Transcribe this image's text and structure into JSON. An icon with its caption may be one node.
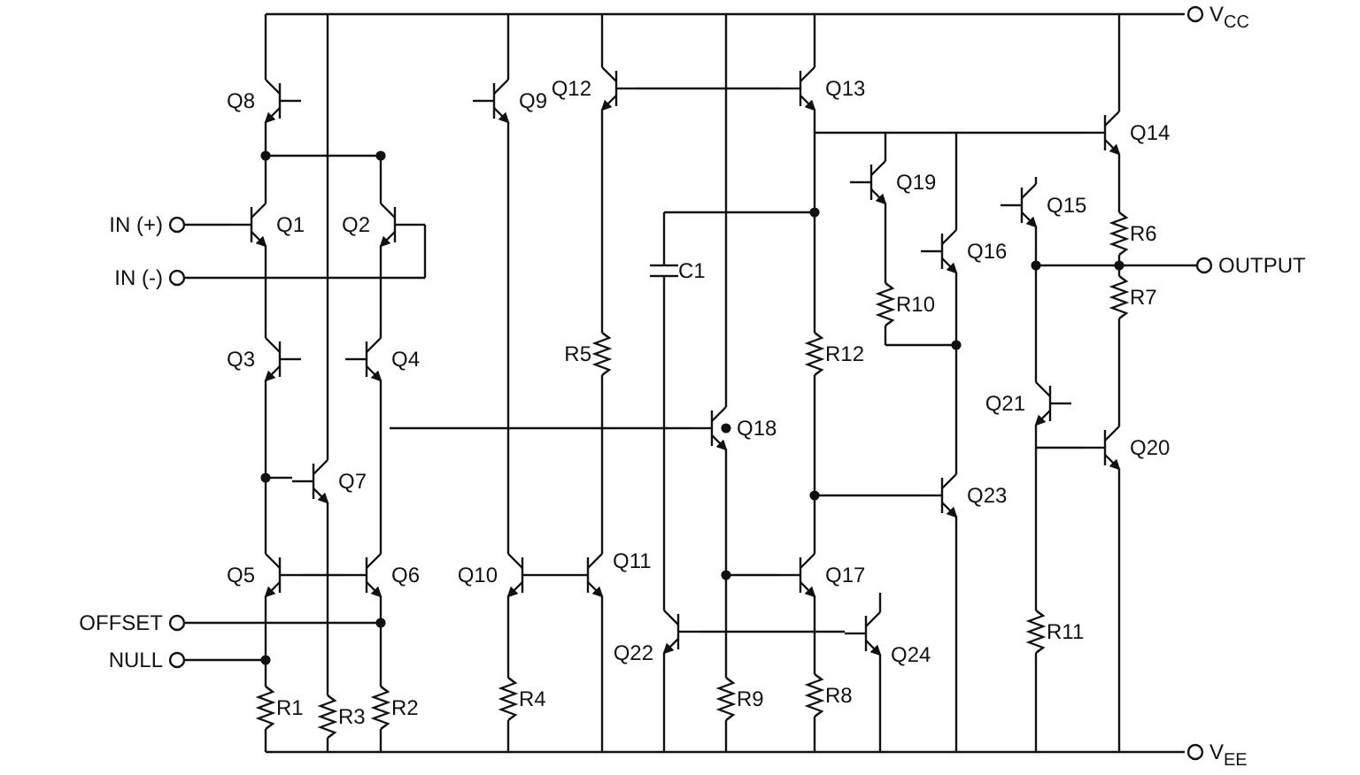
{
  "diagram": {
    "labels": [
      "V$_{CC}$",
      "Q8",
      "Q9",
      "Q12",
      "Q13",
      "Q14",
      "IN (+)",
      "Q1",
      "Q2",
      "Q19",
      "Q15",
      "R6",
      "IN (-)",
      "C1",
      "Q16",
      "OUTPUT",
      "R10",
      "R7",
      "Q3",
      "Q4",
      "R5",
      "R12",
      "Q21",
      "Q18",
      "Q7",
      "Q20",
      "Q23",
      "Q5",
      "Q6",
      "Q10",
      "Q11",
      "Q17",
      "Q22",
      "Q24",
      "R11",
      "OFFSET",
      "NULL",
      "R1",
      "R3",
      "R2",
      "R4",
      "R9",
      "R8",
      "V$_{EE}$"
    ]
  }
}
